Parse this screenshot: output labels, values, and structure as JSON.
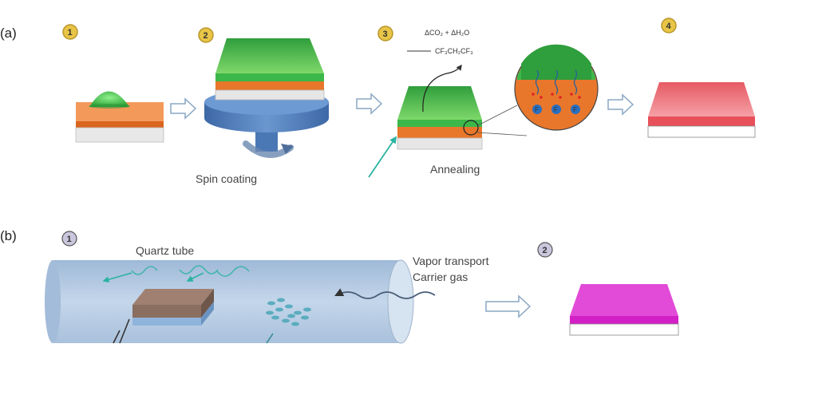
{
  "panel_a": {
    "label": "(a)",
    "steps": [
      "1",
      "2",
      "3",
      "4"
    ],
    "spin_caption": "Spin coating",
    "anneal_caption": "Annealing",
    "gas_line1": "ΔCO₂ + ΔH₂O",
    "gas_line2": "CF₃CH₂CF₃",
    "f_label": "F"
  },
  "panel_b": {
    "label": "(b)",
    "steps": [
      "1",
      "2"
    ],
    "tube_label": "Quartz tube",
    "vapor_line1": "Vapor transport",
    "vapor_line2": "Carrier gas"
  },
  "colors": {
    "gold_circle": "#e8c547",
    "lavender_circle": "#c9c6dd",
    "green_layer": "#3cb84a",
    "orange_layer": "#e8772b",
    "gray_substrate": "#d8d8d8",
    "spin_blue": "#4a78b5",
    "red_film": "#e8505a",
    "magenta_film": "#e24ad8",
    "tube_blue": "#b8cde3"
  }
}
